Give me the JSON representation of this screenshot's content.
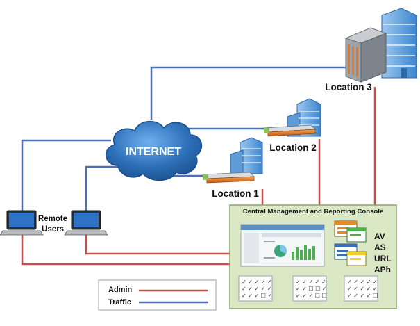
{
  "cloud": {
    "label": "INTERNET"
  },
  "locations": {
    "loc1": "Location 1",
    "loc2": "Location 2",
    "loc3": "Location 3"
  },
  "remote_users": {
    "label_line1": "Remote",
    "label_line2": "Users"
  },
  "console": {
    "title": "Central Management and Reporting Console",
    "services": [
      "AV",
      "AS",
      "URL",
      "APh"
    ]
  },
  "legend": {
    "items": [
      {
        "label": "Admin",
        "color": "#c8504a"
      },
      {
        "label": "Traffic",
        "color": "#4a6fb5"
      }
    ]
  },
  "colors": {
    "admin": "#c8504a",
    "traffic": "#4a6fb5",
    "console_bg": "#dbe8c6",
    "cloud": "#3f7fc4",
    "building": "#6fa6dc",
    "appliance": "#e07a2a"
  },
  "icons": [
    "cloud-icon",
    "building-icon",
    "server-rack-icon",
    "laptop-icon",
    "firewall-appliance-icon",
    "dashboard-screenshot-icon",
    "service-window-icon",
    "checklist-icon"
  ]
}
